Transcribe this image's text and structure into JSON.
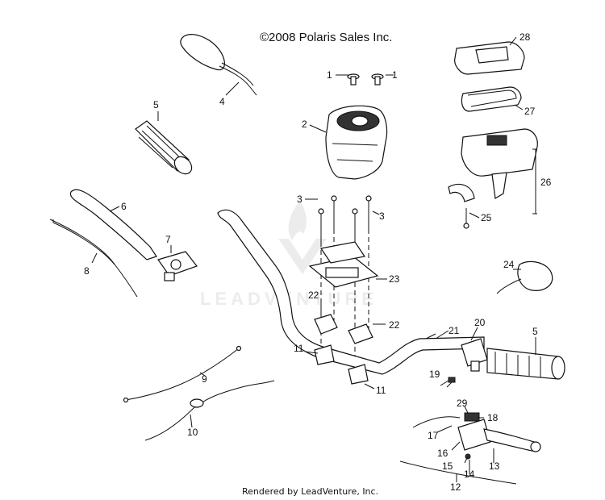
{
  "header": {
    "copyright": "©2008 Polaris Sales Inc."
  },
  "footer": {
    "rendered_by": "Rendered by LeadVenture, Inc."
  },
  "watermark": {
    "text": "LEADVENTURE"
  },
  "callouts": [
    "1",
    "1",
    "2",
    "3",
    "3",
    "4",
    "5",
    "5",
    "6",
    "7",
    "8",
    "9",
    "10",
    "11",
    "11",
    "12",
    "13",
    "14",
    "15",
    "16",
    "17",
    "18",
    "19",
    "20",
    "21",
    "22",
    "22",
    "23",
    "24",
    "25",
    "26",
    "27",
    "28",
    "29"
  ]
}
